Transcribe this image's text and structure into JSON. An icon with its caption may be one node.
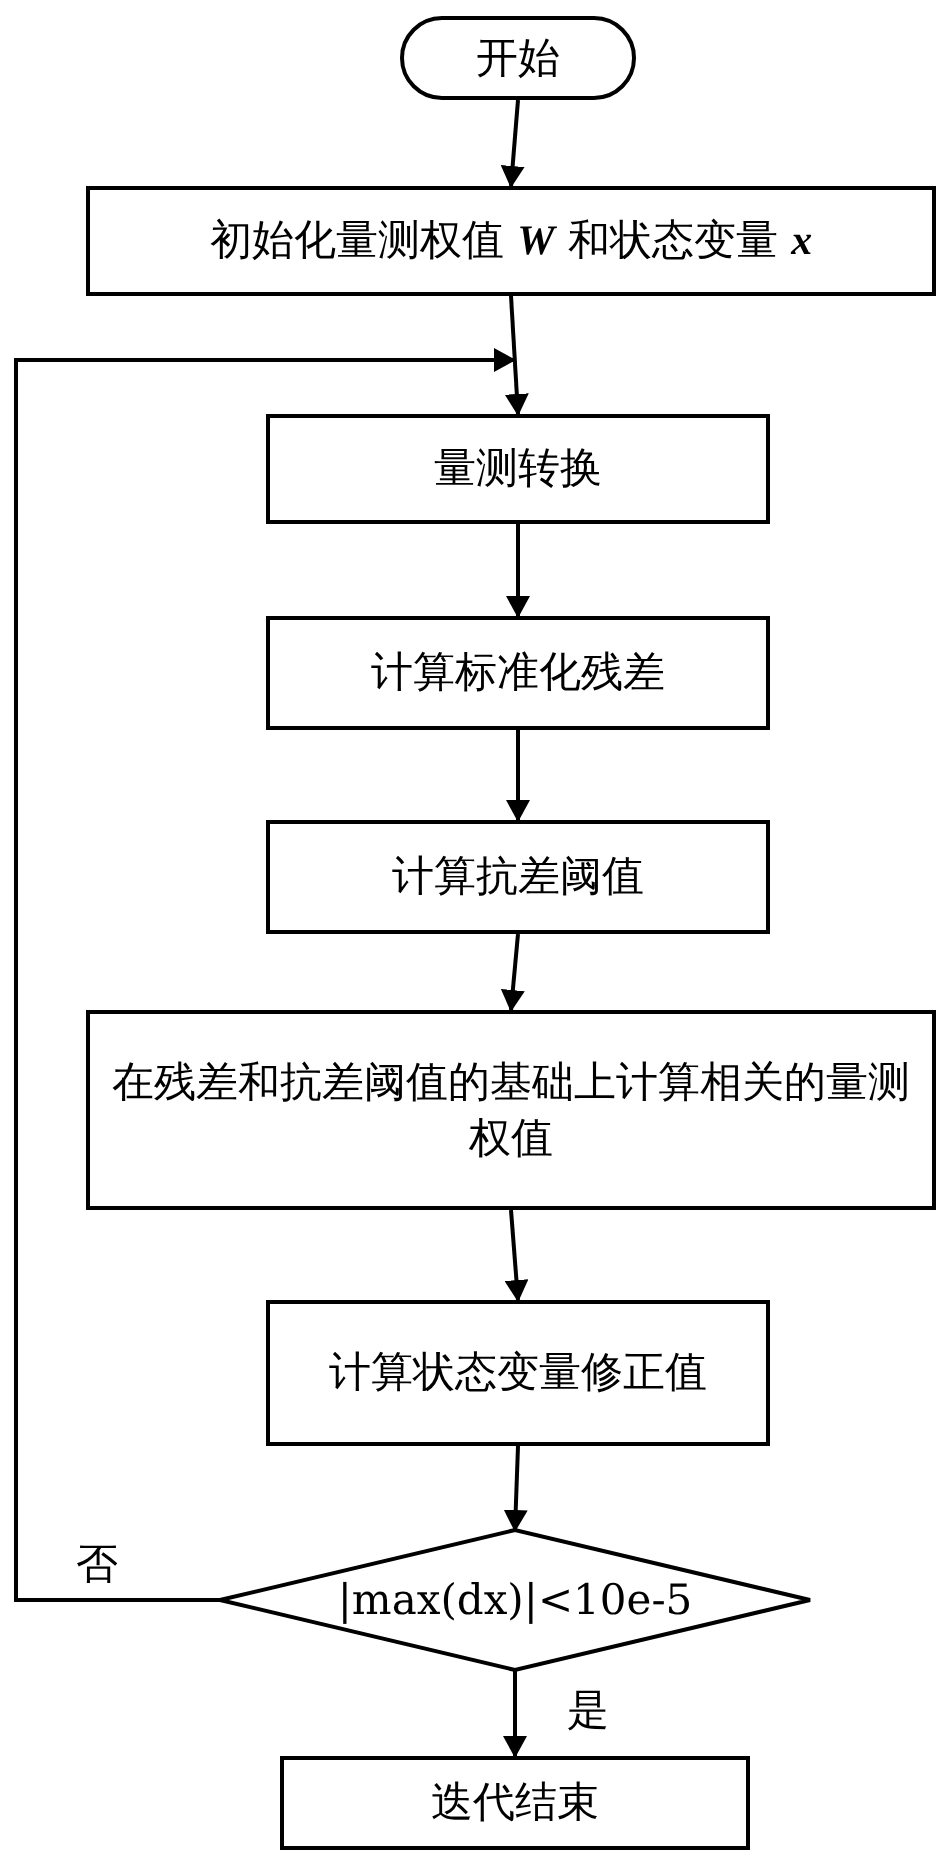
{
  "diagram": {
    "nodes": [
      {
        "text": [
          "开始"
        ]
      },
      {
        "text": [
          "初始化量测权值 **W** 和状态变量 **x**"
        ]
      },
      {
        "text": [
          "量测转换"
        ]
      },
      {
        "text": [
          "计算标准化残差"
        ]
      },
      {
        "text": [
          "计算抗差阈值"
        ]
      },
      {
        "text": [
          "在残差和抗差阈值的基础上计算相关的量测权值"
        ]
      },
      {
        "text": [
          "计算状态变量修正值"
        ]
      },
      {
        "text": [
          "|max(dx)|<10e-5"
        ]
      },
      {
        "text": [
          "迭代结束"
        ]
      }
    ],
    "edges": [
      {
        "from": 0,
        "to": 1,
        "arrow": "to"
      },
      {
        "from": 1,
        "to": 2,
        "arrow": "to"
      },
      {
        "from": 2,
        "to": 3,
        "arrow": "to"
      },
      {
        "from": 3,
        "to": 4,
        "arrow": "to"
      },
      {
        "from": 4,
        "to": 5,
        "arrow": "to"
      },
      {
        "from": 5,
        "to": 6,
        "arrow": "to"
      },
      {
        "from": 6,
        "to": 7,
        "arrow": "to"
      },
      {
        "from": 7,
        "to": 8,
        "arrow": "to",
        "label": "是"
      },
      {
        "from": 7,
        "to": 2,
        "arrow": "to",
        "label": "否"
      }
    ]
  }
}
